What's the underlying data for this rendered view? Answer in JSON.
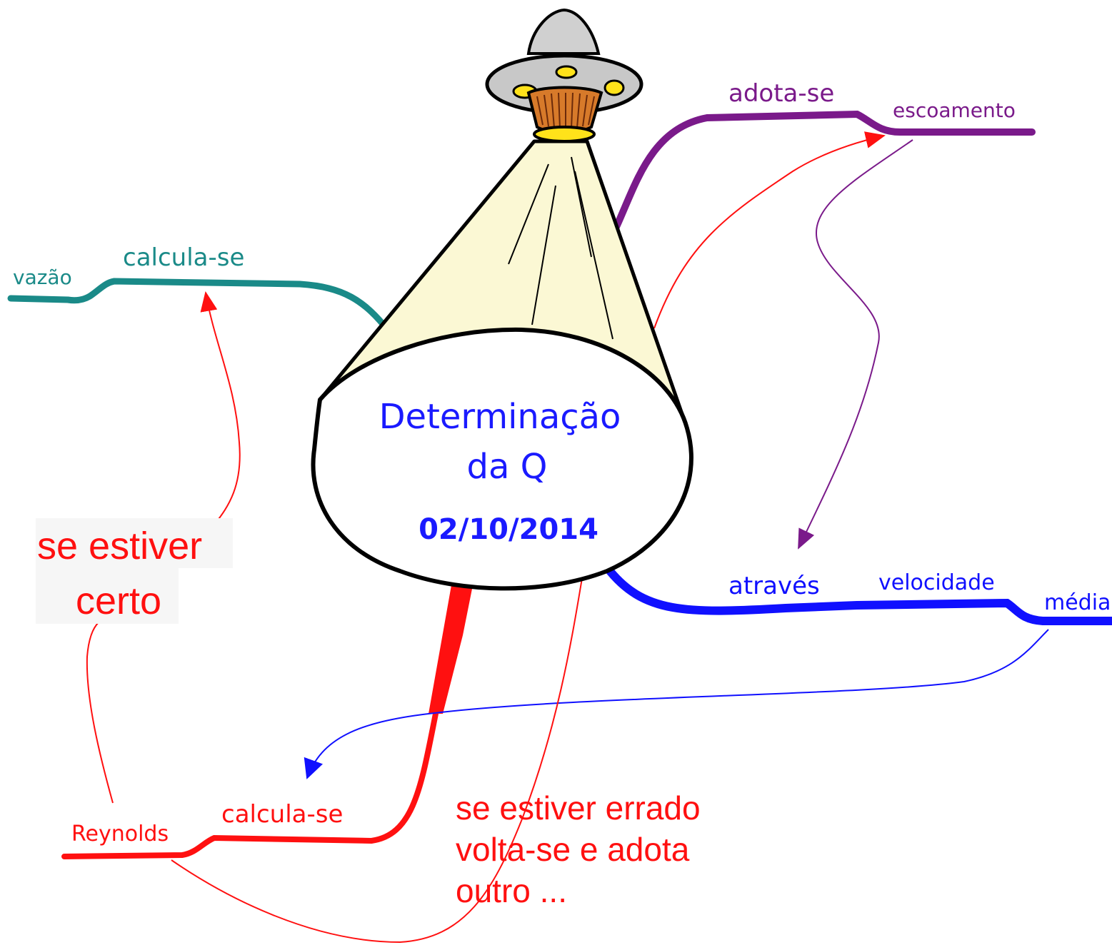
{
  "central": {
    "title_line1": "Determinação",
    "title_line2": "da Q",
    "date": "02/10/2014"
  },
  "branches": {
    "teal": {
      "label": "calcula-se",
      "target": "vazão",
      "color": "#1a8a88"
    },
    "purple": {
      "label": "adota-se",
      "target": "escoamento",
      "color": "#7a1a8a"
    },
    "blue": {
      "label": "através",
      "target": "velocidade",
      "extra": "média",
      "color": "#1010ff"
    },
    "red": {
      "label": "calcula-se",
      "target": "Reynolds",
      "color": "#ff1010"
    }
  },
  "notes": {
    "right_line1": "se estiver",
    "right_line2": "certo",
    "wrong_line1": "se estiver errado",
    "wrong_line2": "volta-se e adota",
    "wrong_line3": "outro ..."
  },
  "colors": {
    "lamp_light": "#fbf8d4",
    "lamp_copper": "#d77a2a",
    "lamp_yellow": "#ffe21a",
    "lamp_grey": "#cccccc",
    "central_text": "#1a1aff",
    "note_red": "#ff1010"
  },
  "icons": [
    "ufo-lamp-icon"
  ]
}
